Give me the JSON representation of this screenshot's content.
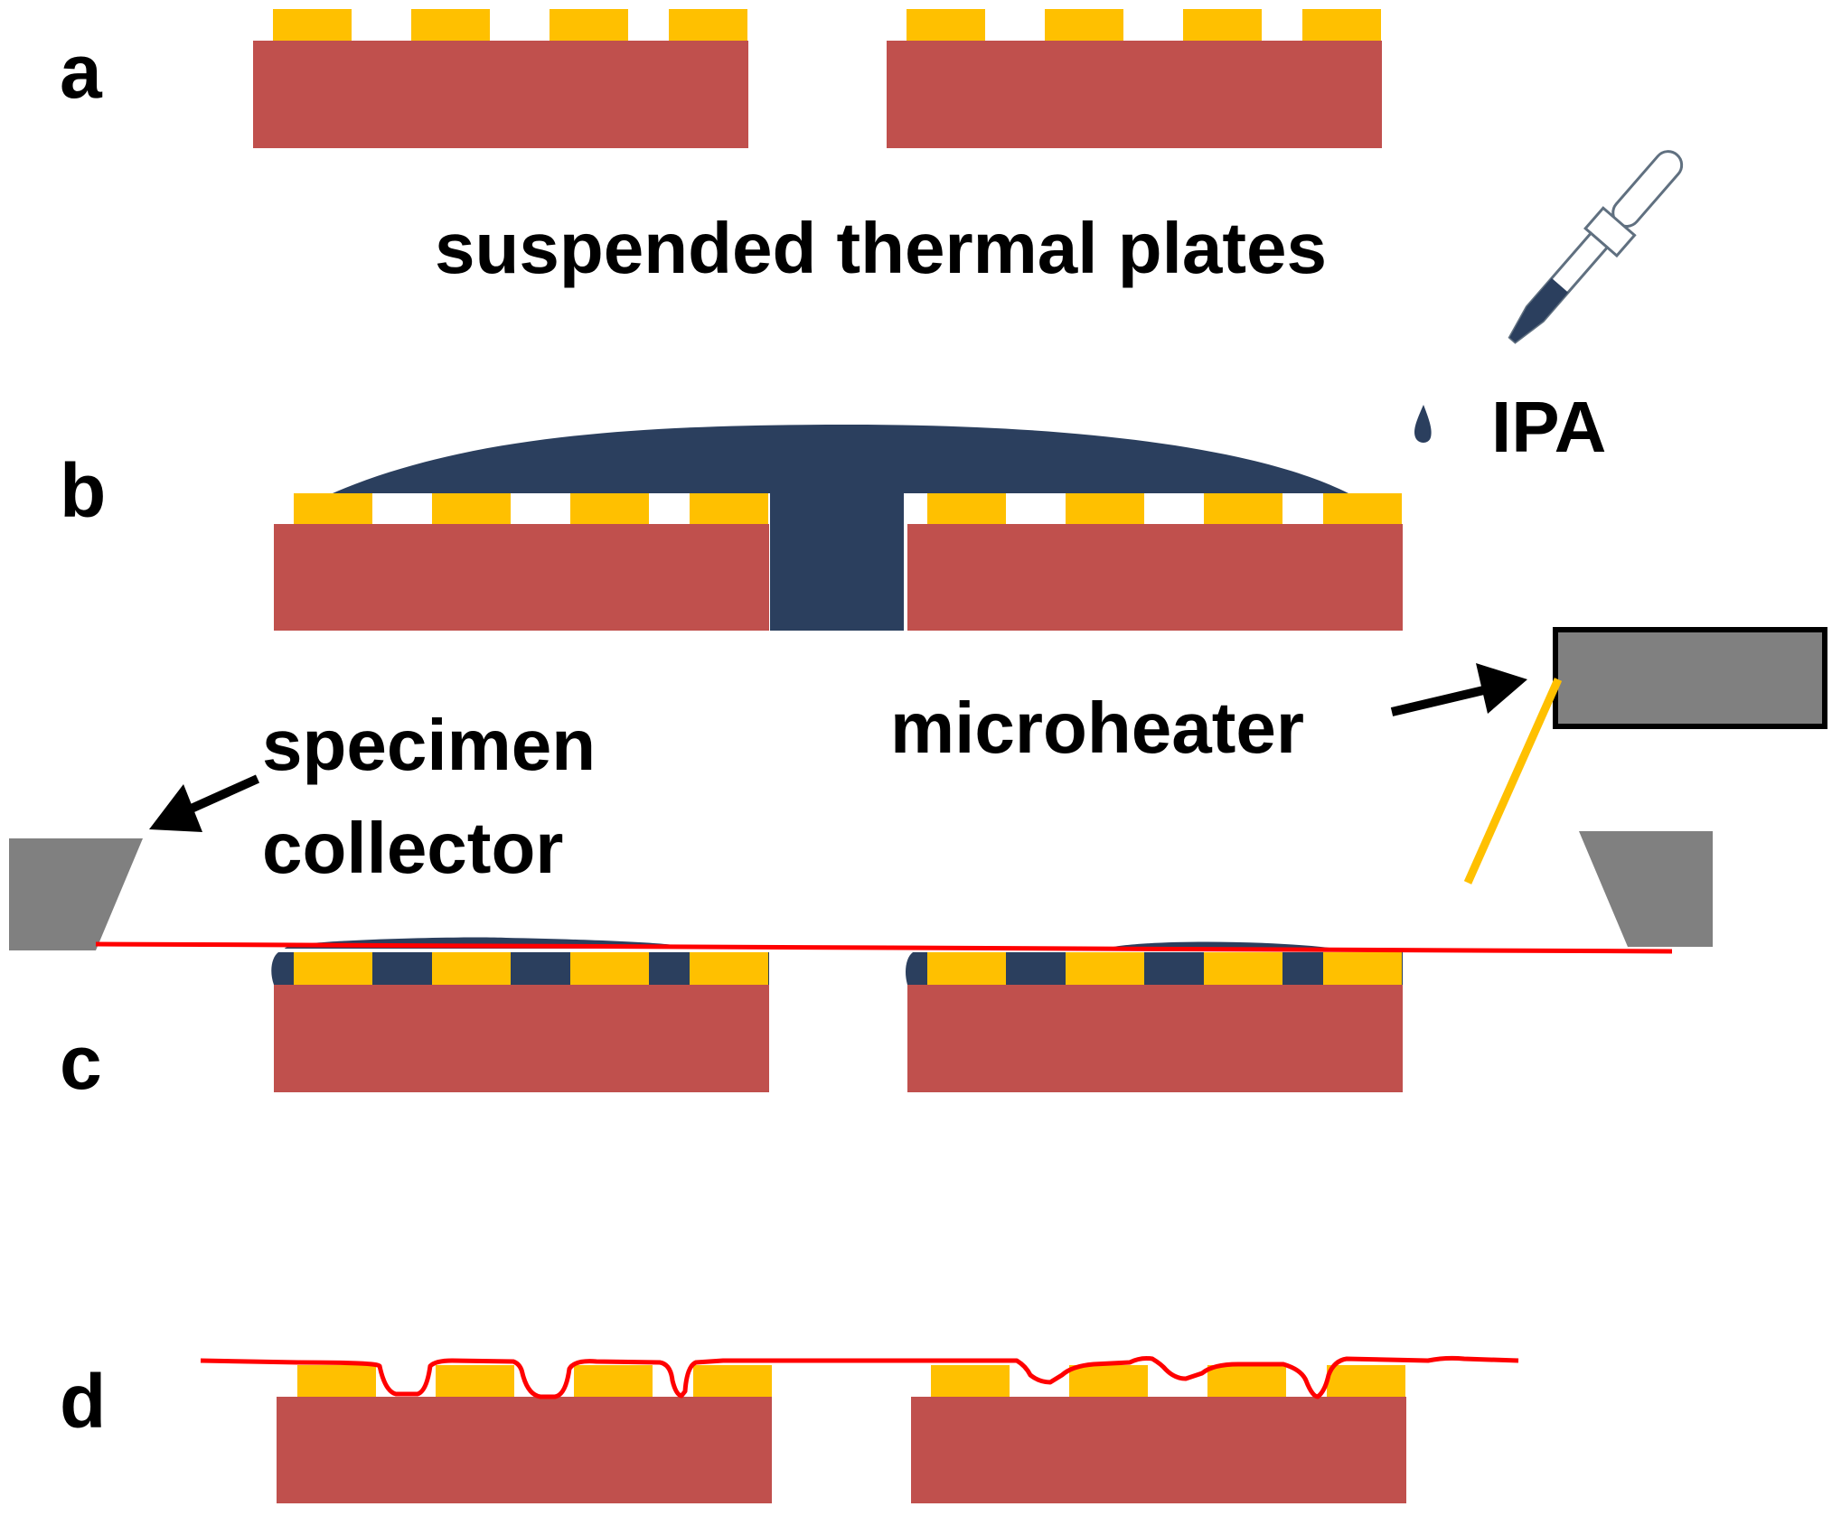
{
  "panels": {
    "a": "a",
    "b": "b",
    "c": "c",
    "d": "d"
  },
  "labels": {
    "suspended_plates": "suspended thermal plates",
    "ipa": "IPA",
    "microheater": "microheater",
    "specimen_line1": "specimen",
    "specimen_line2": "collector"
  },
  "colors": {
    "substrate": "#c0504d",
    "electrode": "#ffc000",
    "ipa_liquid": "#2b3f5e",
    "specimen": "#ff0000",
    "holder": "#808080",
    "wire": "#ffc000",
    "text": "#000000"
  },
  "icons": [
    "pipette-icon",
    "arrow-icon"
  ]
}
